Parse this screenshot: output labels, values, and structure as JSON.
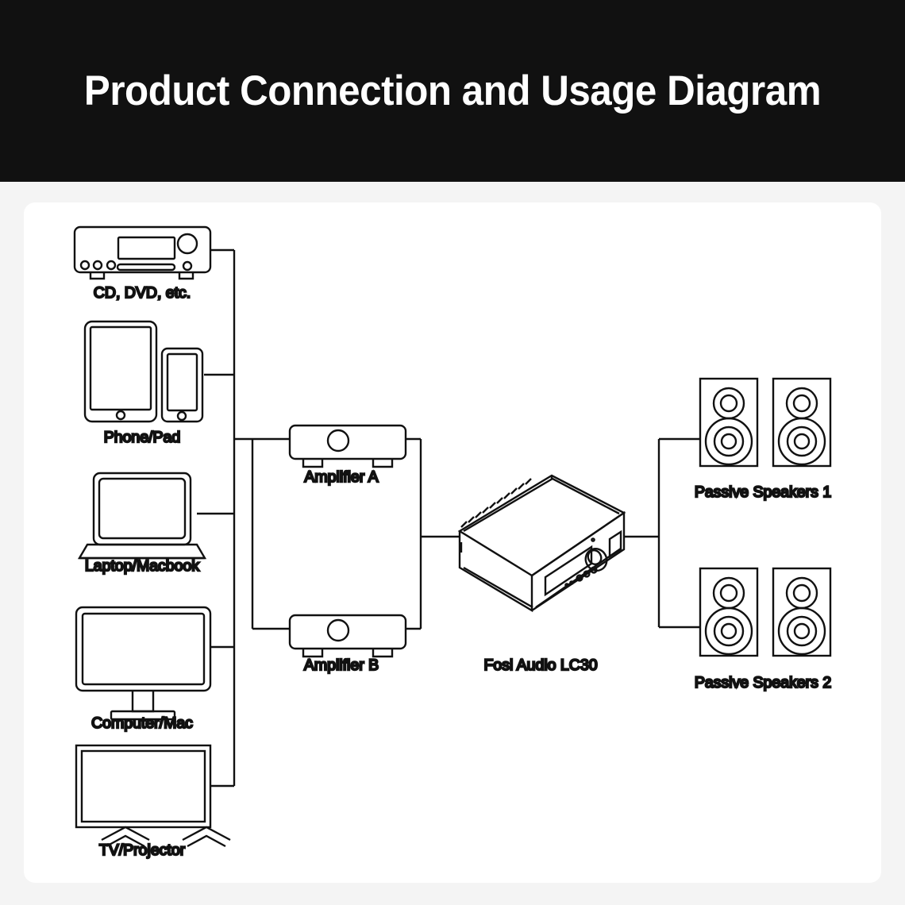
{
  "header": {
    "title": "Product Connection and Usage Diagram",
    "background_color": "#111111",
    "text_color": "#ffffff"
  },
  "page": {
    "background_color": "#f4f4f4",
    "card_color": "#ffffff",
    "line_color": "#111111"
  },
  "diagram": {
    "sources": [
      {
        "id": "cd-dvd",
        "label": "CD, DVD, etc.",
        "icon": "cd-dvd-player-icon"
      },
      {
        "id": "phone-pad",
        "label": "Phone/Pad",
        "icon": "tablet-phone-icon"
      },
      {
        "id": "laptop",
        "label": "Laptop/Macbook",
        "icon": "laptop-icon"
      },
      {
        "id": "computer",
        "label": "Computer/Mac",
        "icon": "desktop-monitor-icon"
      },
      {
        "id": "tv",
        "label": "TV/Projector",
        "icon": "television-icon"
      }
    ],
    "amplifiers": [
      {
        "id": "amp-a",
        "label": "Amplifier A",
        "icon": "amplifier-box-icon"
      },
      {
        "id": "amp-b",
        "label": "Amplifier B",
        "icon": "amplifier-box-icon"
      }
    ],
    "device": {
      "id": "lc30",
      "label": "Fosi Audio LC30",
      "icon": "fosi-lc30-unit-icon"
    },
    "speakers": [
      {
        "id": "speakers-1",
        "label": "Passive Speakers 1",
        "icon": "passive-speaker-pair-icon"
      },
      {
        "id": "speakers-2",
        "label": "Passive Speakers 2",
        "icon": "passive-speaker-pair-icon"
      }
    ]
  }
}
